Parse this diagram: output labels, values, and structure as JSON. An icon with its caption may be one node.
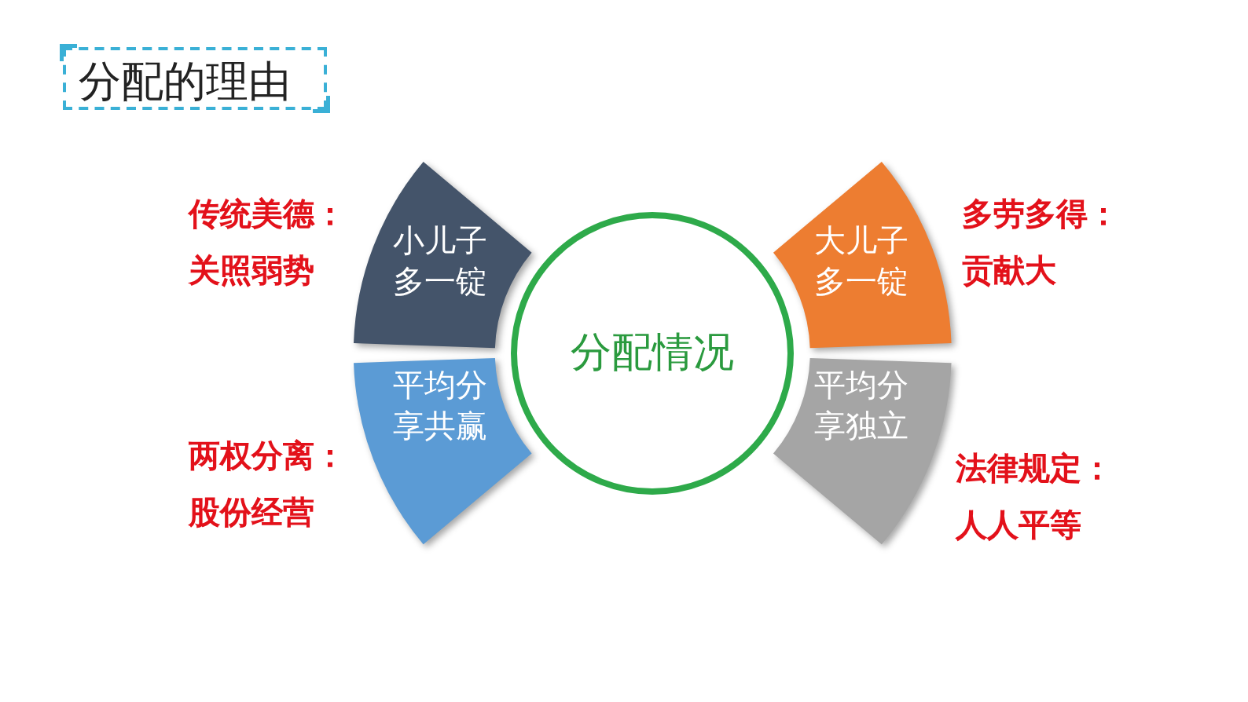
{
  "diagram": {
    "title": "分配的理由",
    "nodes": [
      {
        "text": [
          "分配情况"
        ]
      },
      {
        "text": [
          "小儿子多一锭"
        ],
        "beside": [
          "传统美德：关照弱势"
        ]
      },
      {
        "text": [
          "平均分享共赢"
        ],
        "beside": [
          "两权分离：股份经营"
        ]
      },
      {
        "text": [
          "大儿子多一锭"
        ],
        "beside": [
          "多劳多得：贡献大"
        ]
      },
      {
        "text": [
          "平均分享独立"
        ],
        "beside": [
          "法律规定：人人平等"
        ]
      }
    ]
  }
}
